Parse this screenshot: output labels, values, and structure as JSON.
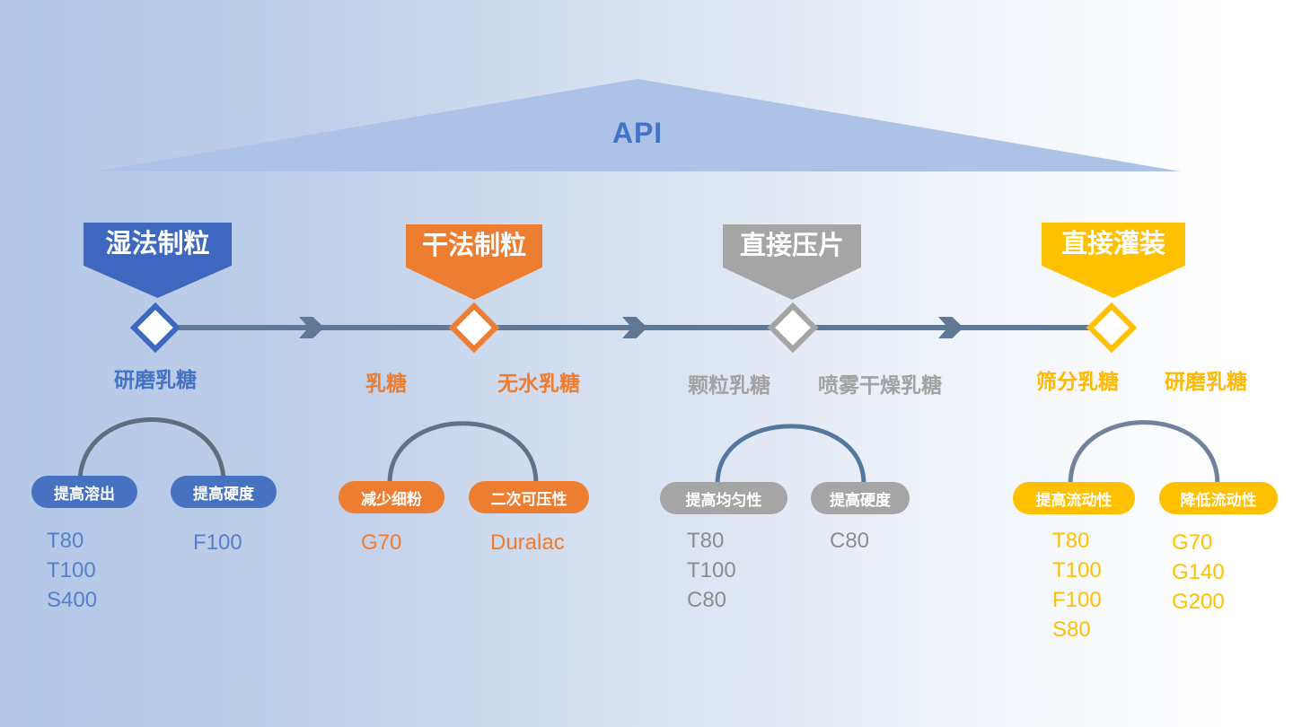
{
  "title": {
    "text": "API"
  },
  "colors": {
    "background_left": "#b3c7e7",
    "background_right": "#ffffff",
    "roof_fill": "#acc2e7",
    "api_text": "#4472c4",
    "timeline": "#5e7896",
    "bracket_blue_gray": "#5d6e7d",
    "bracket_steel_blue": "#54779f"
  },
  "columns": [
    {
      "banner": "湿法制粒",
      "accent": "#3e68c0",
      "pill_color": "#4672c1",
      "labels": [
        "研磨乳糖"
      ],
      "pills": [
        {
          "label": "提高溶出",
          "codes": [
            "T80",
            "T100",
            "S400"
          ]
        },
        {
          "label": "提高硬度",
          "codes": [
            "F100"
          ]
        }
      ]
    },
    {
      "banner": "干法制粒",
      "accent": "#ed7d31",
      "pill_color": "#ed7d31",
      "labels": [
        "乳糖",
        "无水乳糖"
      ],
      "pills": [
        {
          "label": "减少细粉",
          "codes": [
            "G70"
          ]
        },
        {
          "label": "二次可压性",
          "codes": [
            "Duralac"
          ]
        }
      ]
    },
    {
      "banner": "直接压片",
      "accent": "#a5a5a5",
      "pill_color": "#a5a5a5",
      "labels": [
        "颗粒乳糖",
        "喷雾干燥乳糖"
      ],
      "pills": [
        {
          "label": "提高均匀性",
          "codes": [
            "T80",
            "T100",
            "C80"
          ]
        },
        {
          "label": "提高硬度",
          "codes": [
            "C80"
          ]
        }
      ]
    },
    {
      "banner": "直接灌装",
      "accent": "#ffc000",
      "pill_color": "#ffc000",
      "labels": [
        "筛分乳糖",
        "研磨乳糖"
      ],
      "pills": [
        {
          "label": "提高流动性",
          "codes": [
            "T80",
            "T100",
            "F100",
            "S80"
          ]
        },
        {
          "label": "降低流动性",
          "codes": [
            "G70",
            "G140",
            "G200"
          ]
        }
      ]
    }
  ]
}
